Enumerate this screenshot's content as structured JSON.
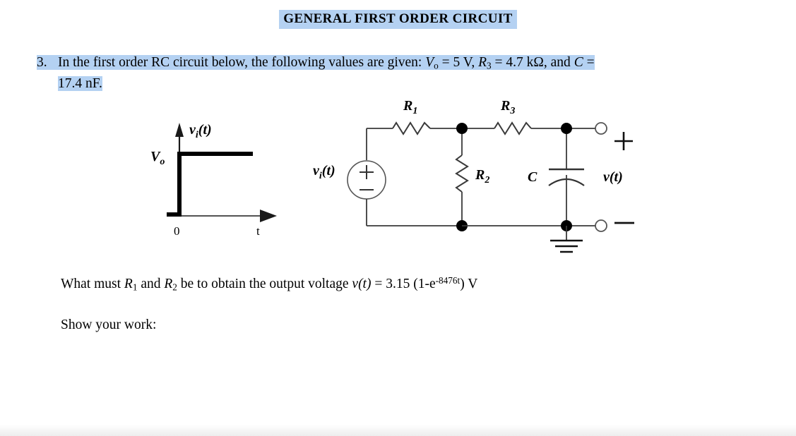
{
  "document": {
    "title": "GENERAL FIRST ORDER CIRCUIT",
    "title_highlight_color": "#b4d1f2"
  },
  "question": {
    "number": "3.",
    "line1_a": "In the first order RC circuit below, the following values are given: ",
    "v0_symbol": "V",
    "v0_sub": "o",
    "v0_value": " = 5 V, ",
    "r3_symbol": "R",
    "r3_sub": "3",
    "r3_value": " = 4.7 kΩ, and ",
    "c_symbol": "C",
    "c_equals": " =",
    "line2": "17.4 nF."
  },
  "waveform": {
    "y_axis_label": "vᵢ(t)",
    "y_axis_label_main": "v",
    "y_axis_label_sub": "i",
    "y_axis_label_tail": "(t)",
    "amplitude_label": "V",
    "amplitude_label_sub": "o",
    "origin_label": "0",
    "x_axis_label": "t",
    "step_value": "Vo",
    "step_time": "0"
  },
  "circuit": {
    "source_label_main": "v",
    "source_label_sub": "i",
    "source_label_tail": "(t)",
    "source_plus": "+",
    "source_minus": "−",
    "r1_label_main": "R",
    "r1_label_sub": "1",
    "r2_label_main": "R",
    "r2_label_sub": "2",
    "r3_label_main": "R",
    "r3_label_sub": "3",
    "c_label": "C",
    "output_label_main": "v",
    "output_label_tail": "(t)",
    "terminal_plus": "+",
    "terminal_minus": "–",
    "ground": "ground-symbol"
  },
  "prompts": {
    "line_a": "What must ",
    "r1_sym": "R",
    "r1_sub": "1",
    "line_b": " and ",
    "r2_sym": "R",
    "r2_sub": "2",
    "line_c": " be to obtain the output voltage ",
    "vt_sym": "v",
    "vt_tail": "(t)",
    "line_d": " = 3.15 (1-e",
    "exponent": "-8476t",
    "line_e": ") V",
    "show_work": "Show your work:"
  },
  "colors": {
    "highlight": "#b4d1f2",
    "ink": "#000000",
    "wire": "#3a3a3a",
    "strip": "#ededed"
  }
}
